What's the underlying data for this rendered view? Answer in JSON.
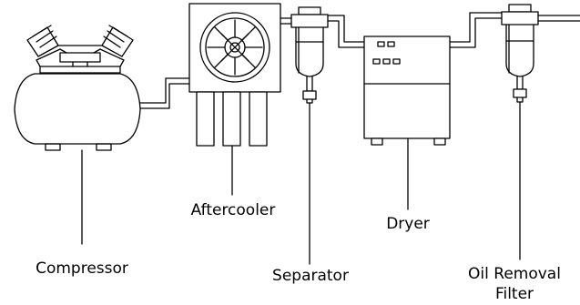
{
  "components": [
    {
      "id": "compressor",
      "label": "Compressor"
    },
    {
      "id": "aftercooler",
      "label": "Aftercooler"
    },
    {
      "id": "separator",
      "label": "Separator"
    },
    {
      "id": "dryer",
      "label": "Dryer"
    },
    {
      "id": "oil_filter",
      "label": "Oil Removal Filter"
    }
  ],
  "colors": {
    "line": "#000000",
    "background": "#ffffff"
  }
}
